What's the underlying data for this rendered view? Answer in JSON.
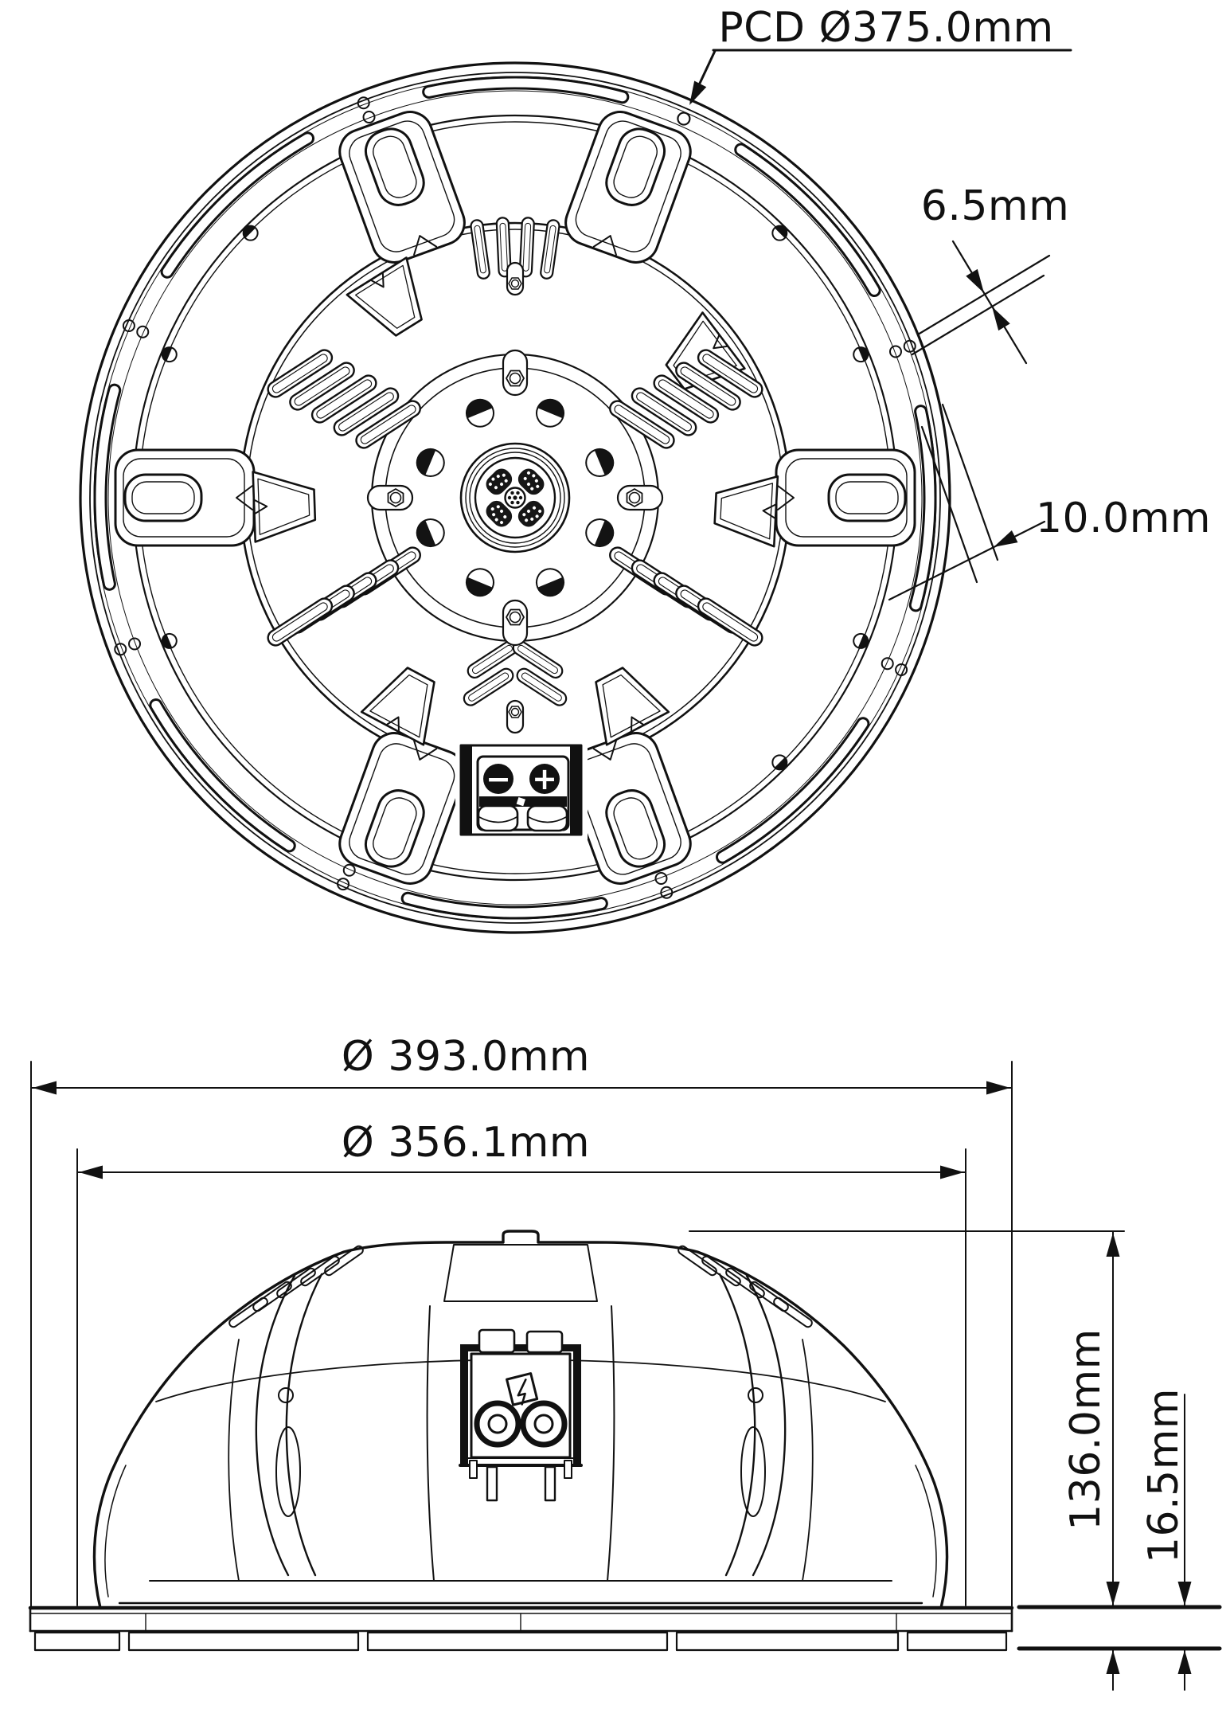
{
  "page": {
    "type": "Technical dimension drawing — loudspeaker driver, rear view and side elevation",
    "background": "#ffffff",
    "ink": "#111111"
  },
  "labels": {
    "pcd": "PCD Ø375.0mm",
    "small_hole": "6.5mm",
    "large_hole": "10.0mm",
    "overall_diameter": "Ø 393.0mm",
    "cutout_diameter": "Ø 356.1mm",
    "overall_depth": "136.0mm",
    "flange_depth": "16.5mm",
    "terminal_negative": "−",
    "terminal_positive": "+"
  },
  "icons": [
    "negative-terminal-icon",
    "positive-terminal-icon",
    "brand-emblem-icon",
    "dimension-arrow-icon"
  ]
}
